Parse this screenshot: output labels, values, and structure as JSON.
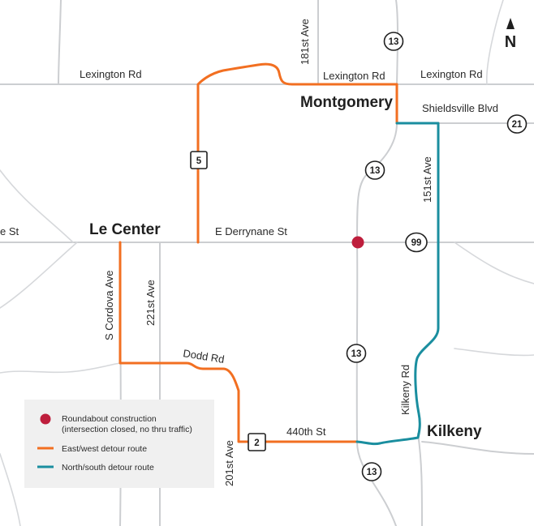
{
  "cities": {
    "le_center": "Le Center",
    "montgomery": "Montgomery",
    "kilkeny": "Kilkeny"
  },
  "roads": {
    "lexington_rd_west": "Lexington Rd",
    "lexington_rd_mid": "Lexington Rd",
    "lexington_rd_east": "Lexington Rd",
    "ave_181st": "181st Ave",
    "shieldsville_blvd": "Shieldsville Blvd",
    "ave_151st": "151st Ave",
    "e_derrynane_st": "E Derrynane St",
    "derrynane_st_cut": "e St",
    "s_cordova_ave": "S Cordova Ave",
    "ave_221st": "221st Ave",
    "dodd_rd": "Dodd Rd",
    "ave_201st": "201st Ave",
    "st_440th": "440th St",
    "kilkeny_rd": "Kilkeny Rd"
  },
  "shields": {
    "hwy13_north": "13",
    "hwy13_mid": "13",
    "hwy13_south": "13",
    "hwy13_bottom": "13",
    "hwy21": "21",
    "hwy99": "99",
    "hwy5": "5",
    "hwy2": "2"
  },
  "compass": {
    "label": "N"
  },
  "legend": {
    "roundabout_title": "Roundabout construction",
    "roundabout_note": "(intersection closed, no thru traffic)",
    "east_west": "East/west detour route",
    "north_south": "North/south detour route"
  },
  "colors": {
    "east_west_route": "#f26f21",
    "north_south_route": "#1a8e9f",
    "roundabout": "#be1e3c",
    "road": "#ccced1",
    "legend_bg": "#f0f0f0"
  }
}
